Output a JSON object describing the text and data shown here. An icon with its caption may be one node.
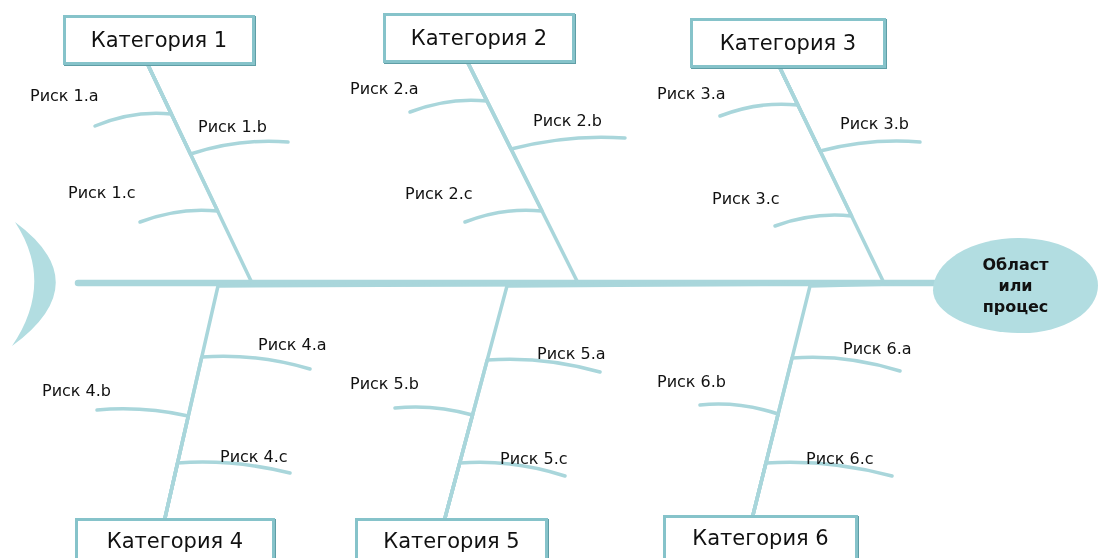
{
  "diagram": {
    "nodes": [
      {
        "text": [
          "Категория 1"
        ]
      },
      {
        "text": [
          "Категория 2"
        ]
      },
      {
        "text": [
          "Категория 3"
        ]
      },
      {
        "text": [
          "Риск 1.a"
        ]
      },
      {
        "text": [
          "Риск 1.b"
        ]
      },
      {
        "text": [
          "Риск 2.a"
        ]
      },
      {
        "text": [
          "Риск 2.b"
        ]
      },
      {
        "text": [
          "Риск 3.a"
        ]
      },
      {
        "text": [
          "Риск 3.b"
        ]
      },
      {
        "text": [
          "Риск 1.c"
        ]
      },
      {
        "text": [
          "Риск 2.c"
        ]
      },
      {
        "text": [
          "Риск 3.c"
        ]
      },
      {
        "text": [],
        "shape": "crescent"
      },
      {
        "text": [
          "Област или процес"
        ]
      },
      {
        "text": [
          "Риск 4.a"
        ]
      },
      {
        "text": [
          "Риск 5.a"
        ]
      },
      {
        "text": [
          "Риск 6.a"
        ]
      },
      {
        "text": [
          "Риск 4.b"
        ]
      },
      {
        "text": [
          "Риск 5.b"
        ]
      },
      {
        "text": [
          "Риск 6.b"
        ]
      },
      {
        "text": [
          "Риск 4.c"
        ]
      },
      {
        "text": [
          "Риск 5.c"
        ]
      },
      {
        "text": [
          "Риск 6.c"
        ]
      },
      {
        "text": [
          "Категория 4"
        ]
      },
      {
        "text": [
          "Категория 5"
        ]
      },
      {
        "text": [
          "Категория 6"
        ]
      }
    ],
    "edges": [
      {
        "from": 12,
        "to": 13,
        "arrow": "none",
        "style": "thick"
      },
      {
        "from": 0,
        "to": 13,
        "arrow": "none"
      },
      {
        "from": 1,
        "to": 13,
        "arrow": "none"
      },
      {
        "from": 2,
        "to": 13,
        "arrow": "none"
      },
      {
        "from": 23,
        "to": 13,
        "arrow": "none"
      },
      {
        "from": 24,
        "to": 13,
        "arrow": "none"
      },
      {
        "from": 25,
        "to": 13,
        "arrow": "none"
      },
      {
        "from": 3,
        "to": 0,
        "arrow": "none"
      },
      {
        "from": 4,
        "to": 0,
        "arrow": "none"
      },
      {
        "from": 9,
        "to": 0,
        "arrow": "none"
      },
      {
        "from": 5,
        "to": 1,
        "arrow": "none"
      },
      {
        "from": 6,
        "to": 1,
        "arrow": "none"
      },
      {
        "from": 10,
        "to": 1,
        "arrow": "none"
      },
      {
        "from": 7,
        "to": 2,
        "arrow": "none"
      },
      {
        "from": 8,
        "to": 2,
        "arrow": "none"
      },
      {
        "from": 11,
        "to": 2,
        "arrow": "none"
      },
      {
        "from": 14,
        "to": 23,
        "arrow": "none"
      },
      {
        "from": 17,
        "to": 23,
        "arrow": "none"
      },
      {
        "from": 20,
        "to": 23,
        "arrow": "none"
      },
      {
        "from": 15,
        "to": 24,
        "arrow": "none"
      },
      {
        "from": 18,
        "to": 24,
        "arrow": "none"
      },
      {
        "from": 21,
        "to": 24,
        "arrow": "none"
      },
      {
        "from": 16,
        "to": 25,
        "arrow": "none"
      },
      {
        "from": 19,
        "to": 25,
        "arrow": "none"
      },
      {
        "from": 22,
        "to": 25,
        "arrow": "none"
      }
    ]
  }
}
